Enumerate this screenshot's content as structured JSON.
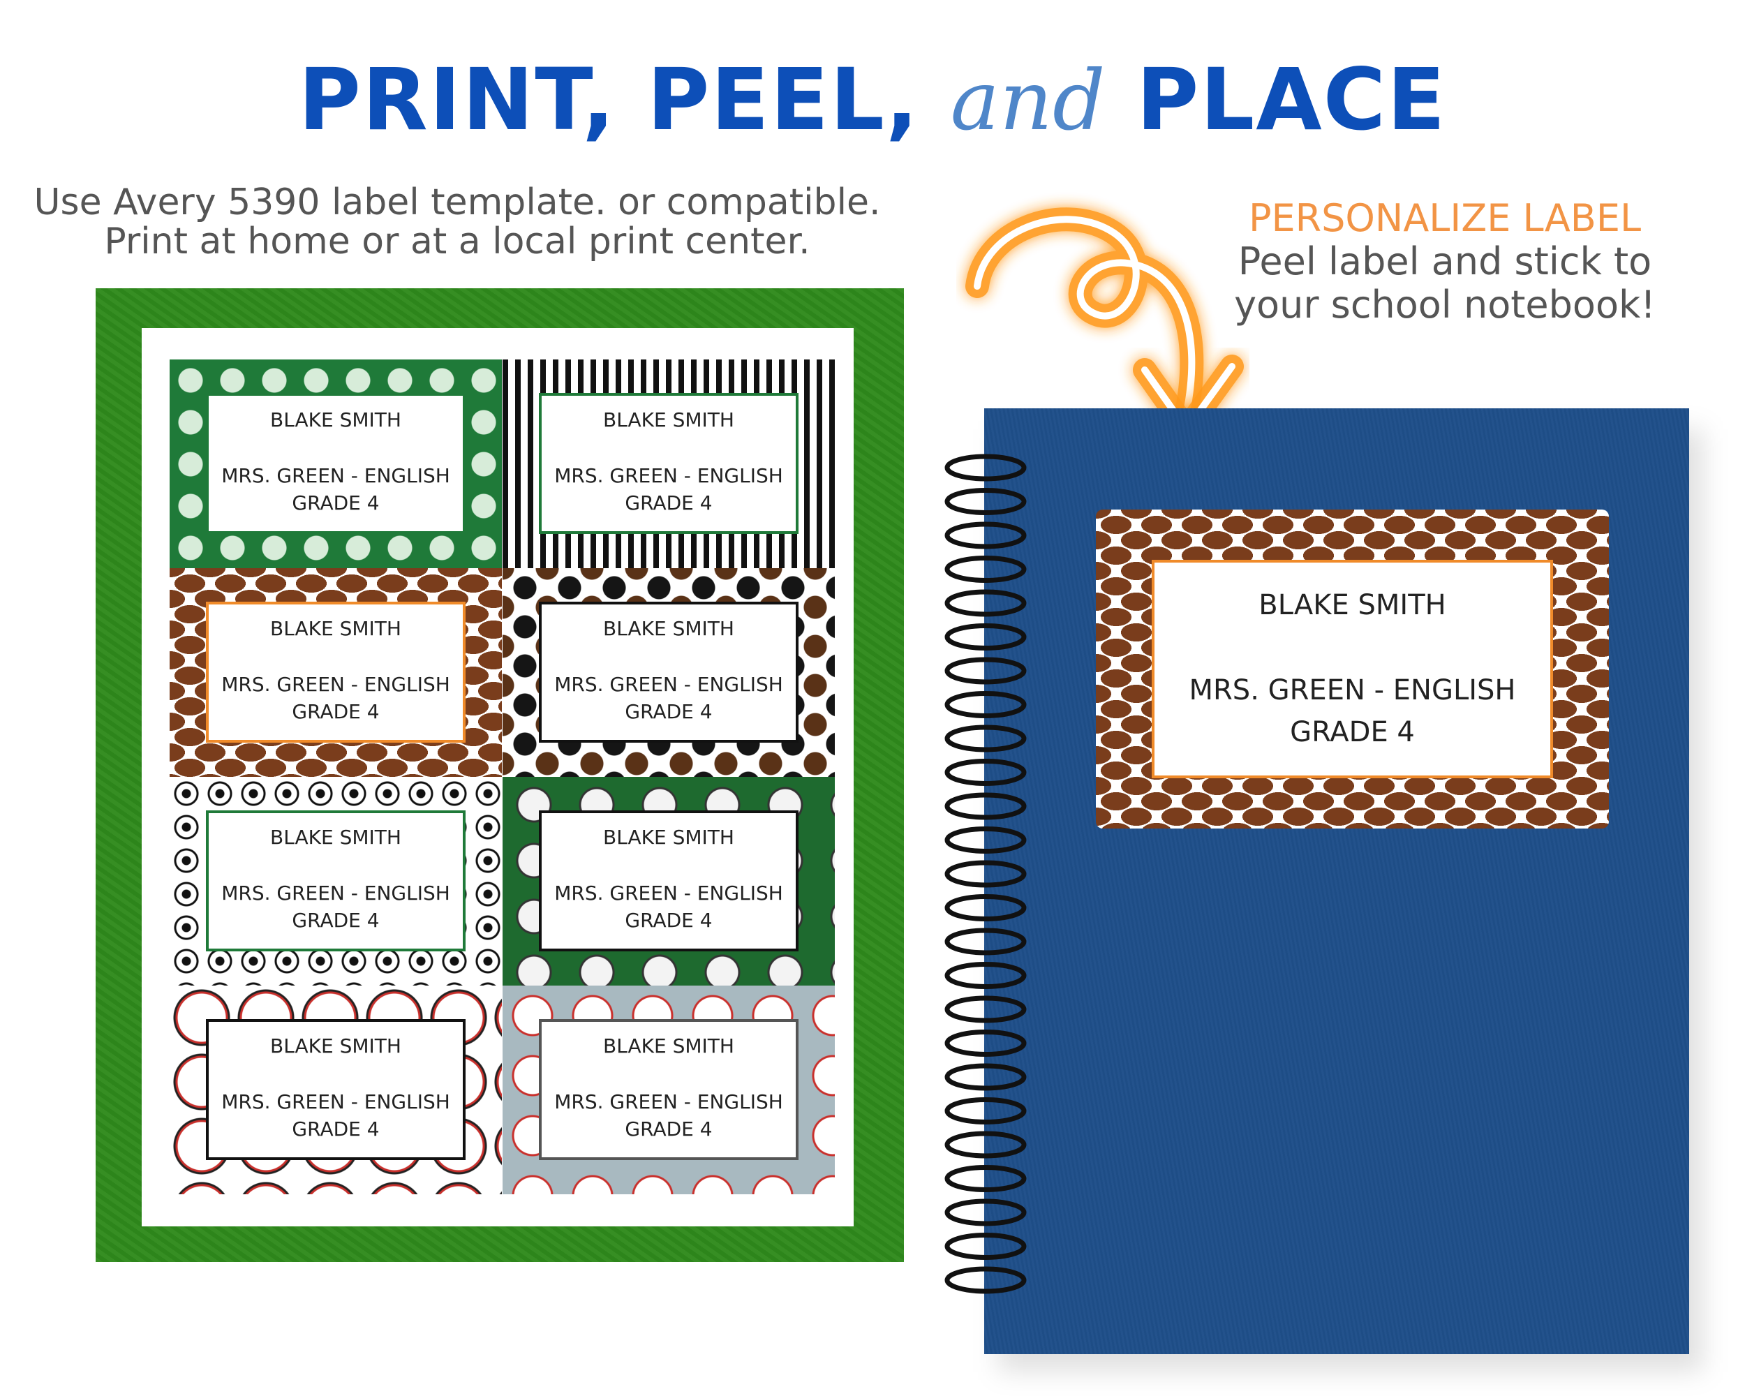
{
  "headline": {
    "part1": "PRINT, PEEL,",
    "part2": "and",
    "part3": "PLACE"
  },
  "instructions": {
    "line1": "Use Avery 5390 label template. or compatible.",
    "line2": "Print at home or at a local print center."
  },
  "personalize": {
    "title": "PERSONALIZE LABEL",
    "line1": "Peel label and stick to",
    "line2": "your school notebook!"
  },
  "labels": [
    {
      "pattern": "helmet-green",
      "name": "BLAKE SMITH",
      "teacher": "MRS. GREEN - ENGLISH",
      "grade": "GRADE 4"
    },
    {
      "pattern": "stripes",
      "name": "BLAKE SMITH",
      "teacher": "MRS. GREEN - ENGLISH",
      "grade": "GRADE 4"
    },
    {
      "pattern": "football",
      "name": "BLAKE SMITH",
      "teacher": "MRS. GREEN - ENGLISH",
      "grade": "GRADE 4"
    },
    {
      "pattern": "helmet-mix",
      "name": "BLAKE SMITH",
      "teacher": "MRS. GREEN - ENGLISH",
      "grade": "GRADE 4"
    },
    {
      "pattern": "soccer",
      "name": "BLAKE SMITH",
      "teacher": "MRS. GREEN - ENGLISH",
      "grade": "GRADE 4"
    },
    {
      "pattern": "soccer-green",
      "name": "BLAKE SMITH",
      "teacher": "MRS. GREEN - ENGLISH",
      "grade": "GRADE 4"
    },
    {
      "pattern": "baseball",
      "name": "BLAKE SMITH",
      "teacher": "MRS. GREEN - ENGLISH",
      "grade": "GRADE 4"
    },
    {
      "pattern": "baseball-grey",
      "name": "BLAKE SMITH",
      "teacher": "MRS. GREEN - ENGLISH",
      "grade": "GRADE 4"
    }
  ],
  "notebook_label": {
    "pattern": "football",
    "name": "BLAKE SMITH",
    "teacher": "MRS. GREEN - ENGLISH",
    "grade": "GRADE 4"
  },
  "colors": {
    "headline_blue": "#0d4fb8",
    "accent_orange": "#f29445",
    "mat_green": "#2f8a1c",
    "notebook_blue": "#1f4f8a"
  },
  "icons": {
    "arrow": "curly-arrow-icon",
    "spiral": "spiral-binding-icon"
  }
}
